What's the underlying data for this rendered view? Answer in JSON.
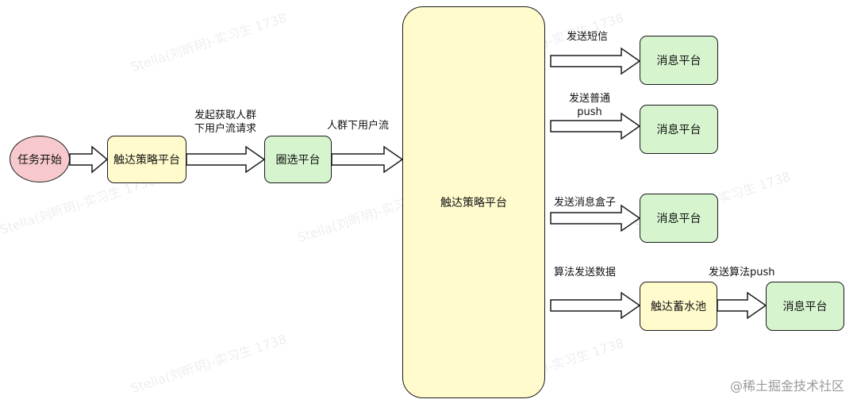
{
  "watermark": "Stella(刘昕玥)-实习生 1738",
  "footer": "@稀土掘金技术社区",
  "nodes": {
    "start": "任务开始",
    "strategy_small": "触达策略平台",
    "circle_platform": "圈选平台",
    "strategy_big": "触达策略平台",
    "msg1": "消息平台",
    "msg2": "消息平台",
    "msg3": "消息平台",
    "reservoir": "触达蓄水池",
    "msg4": "消息平台"
  },
  "edge_labels": {
    "fetch_request_1": "发起获取人群",
    "fetch_request_2": "下用户流请求",
    "crowd_flow": "人群下用户流",
    "send_sms": "发送短信",
    "send_push_1": "发送普通",
    "send_push_2": "push",
    "send_box": "发送消息盒子",
    "algo_send": "算法发送数据",
    "algo_push": "发送算法push"
  }
}
